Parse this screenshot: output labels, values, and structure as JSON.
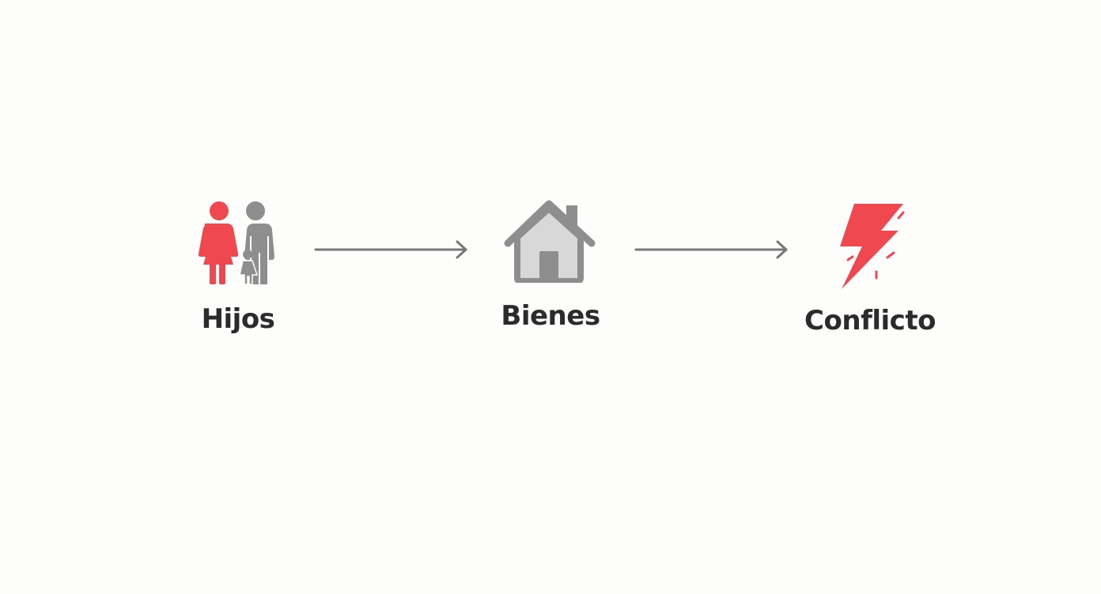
{
  "diagram": {
    "type": "flow",
    "nodes": [
      {
        "id": "hijos",
        "label": "Hijos",
        "icon": "family-icon"
      },
      {
        "id": "bienes",
        "label": "Bienes",
        "icon": "house-icon"
      },
      {
        "id": "conflicto",
        "label": "Conflicto",
        "icon": "lightning-bolt-icon"
      }
    ],
    "edges": [
      {
        "from": "hijos",
        "to": "bienes"
      },
      {
        "from": "bienes",
        "to": "conflicto"
      }
    ],
    "colors": {
      "accent": "#f0484f",
      "icon_gray": "#8e8e8e",
      "house_fill": "#d8d8d8",
      "arrow": "#777777",
      "text": "#2b2b2b",
      "background": "#fdfdfc"
    }
  }
}
